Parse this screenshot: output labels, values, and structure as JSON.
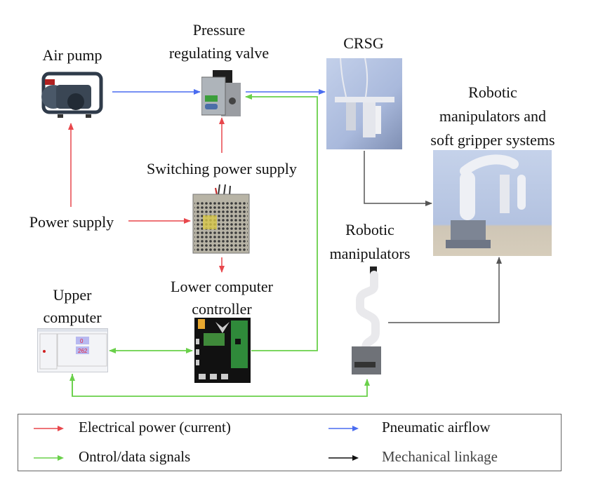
{
  "diagram": {
    "nodes": {
      "air_pump": {
        "label": "Air pump"
      },
      "pressure_valve": {
        "label_line1": "Pressure",
        "label_line2": "regulating valve"
      },
      "crsg": {
        "label": "CRSG"
      },
      "robot_system": {
        "label_line1": "Robotic",
        "label_line2": "manipulators and",
        "label_line3": "soft gripper systems"
      },
      "switching_power": {
        "label": "Switching power supply"
      },
      "power_supply": {
        "label": "Power supply"
      },
      "lower_controller": {
        "label_line1": "Lower computer",
        "label_line2": "controller"
      },
      "upper_computer": {
        "label_line1": "Upper",
        "label_line2": "computer"
      },
      "robot_manipulators": {
        "label_line1": "Robotic",
        "label_line2": "manipulators"
      }
    },
    "edges": [
      {
        "from": "Air pump",
        "to": "Pressure regulating valve",
        "type": "pneumatic"
      },
      {
        "from": "Pressure regulating valve",
        "to": "CRSG",
        "type": "pneumatic"
      },
      {
        "from": "Lower computer controller",
        "to": "Pressure regulating valve",
        "type": "control"
      },
      {
        "from": "Switching power supply",
        "to": "Pressure regulating valve",
        "type": "electrical"
      },
      {
        "from": "Power supply",
        "to": "Air pump",
        "type": "electrical"
      },
      {
        "from": "Power supply",
        "to": "Switching power supply",
        "type": "electrical"
      },
      {
        "from": "Switching power supply",
        "to": "Lower computer controller",
        "type": "electrical"
      },
      {
        "from": "Upper computer",
        "to": "Lower computer controller",
        "type": "control",
        "bidirectional": true
      },
      {
        "from": "Upper computer",
        "to": "Robotic manipulators",
        "type": "control"
      },
      {
        "from": "CRSG",
        "to": "Robotic manipulators and soft gripper systems",
        "type": "mechanical"
      },
      {
        "from": "Robotic manipulators",
        "to": "Robotic manipulators and soft gripper systems",
        "type": "mechanical"
      }
    ]
  },
  "legend": {
    "items": [
      {
        "label": "Electrical power (current)",
        "color": "#e8474c"
      },
      {
        "label": "Pneumatic airflow",
        "color": "#4a6cf0"
      },
      {
        "label": "Ontrol/data signals",
        "color": "#6ad04a"
      },
      {
        "label": "Mechanical linkage",
        "color": "#111111"
      }
    ]
  },
  "colors": {
    "electrical": "#e8474c",
    "pneumatic": "#4a6cf0",
    "control": "#6ad04a",
    "mechanical": "#555555"
  }
}
